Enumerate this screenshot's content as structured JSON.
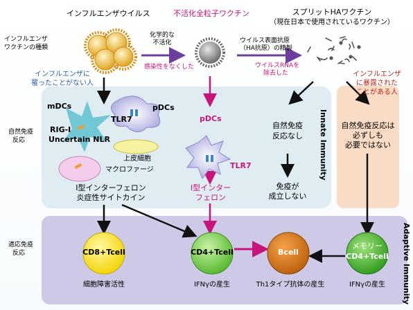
{
  "header": {
    "virus": "インフルエンザウイルス",
    "inactivated": "不活化全粒子ワクチン",
    "split_line1": "スプリットHAワクチン",
    "split_line2": "（現在日本で使用されているワクチン）"
  },
  "left_labels": {
    "vaccine_type_line1": "インフルエンザ",
    "vaccine_type_line2": "ワクチンの種類",
    "innate_line1": "自然免疫",
    "innate_line2": "反応",
    "adaptive_line1": "適応免疫",
    "adaptive_line2": "反応"
  },
  "process": {
    "chem_line1": "化学的な",
    "chem_line2": "不活化",
    "lost_infectivity": "感染性をなくした",
    "surface_line1": "ウイルス表面抗原",
    "surface_line2": "（HA抗原）の精製",
    "rna_line1": "ウイルスRNAを",
    "rna_line2": "除去した"
  },
  "populations": {
    "naive_line1": "インフルエンザに",
    "naive_line2": "罹ったことがない人",
    "exposed_line1": "インフルエンザ",
    "exposed_line2": "に暴露された",
    "exposed_line3": "ことがある人"
  },
  "innate": {
    "mdcs": "mDCs",
    "tlr7_a": "TLR7",
    "pdcs_a": "pDCs",
    "rig": "RIG-I",
    "uncertain": "Uncertain NLR",
    "epithelial": "上皮細胞",
    "macrophage": "マクロファージ",
    "ifn_line1": "I型インターフェロン",
    "ifn_line2": "炎症性サイトカイン",
    "pdcs_b": "pDCs",
    "tlr7_b": "TLR7",
    "ifn2_line1": "I型インター",
    "ifn2_line2": "フェロン",
    "none_line1": "自然免疫",
    "none_line2": "反応なし",
    "noimm_line1": "免疫が",
    "noimm_line2": "成立しない",
    "notneeded_line1": "自然免疫反応は",
    "notneeded_line2": "必ずしも",
    "notneeded_line3": "必要ではない",
    "side_label": "Innate Immunity"
  },
  "adaptive": {
    "cd8": "CD8+Tcell",
    "cd4": "CD4+Tcell",
    "bcell": "Bcell",
    "memory_line1": "メモリー",
    "memory_line2": "CD4+Tcell",
    "cytotoxic": "細胞障害活性",
    "ifn_g1": "IFNγの産生",
    "th1": "Th1タイプ抗体の産生",
    "ifn_g2": "IFNγの産生",
    "side_label": "Adaptive Immunity"
  },
  "colors": {
    "innate_panel": "#dcebf1",
    "adaptive_panel": "#cdc9e6",
    "exposed_panel": "#f9dcc6",
    "cd8_fill": "#ffe600",
    "cd4_fill": "#7cd44a",
    "bcell_fill": "#d9760e",
    "memory_fill": "#3fb52b",
    "accent_magenta": "#c8147a"
  }
}
